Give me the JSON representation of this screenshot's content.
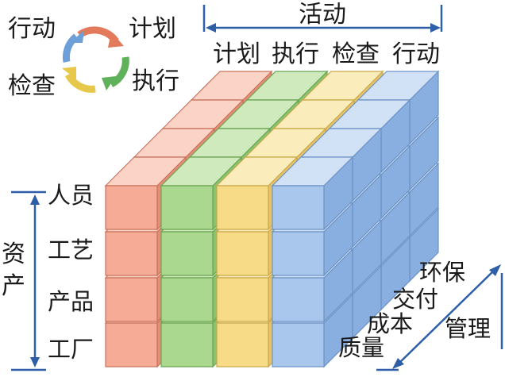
{
  "cycle": {
    "labels": {
      "plan": "计划",
      "do": "执行",
      "check": "检查",
      "act": "行动"
    },
    "arrow_colors": [
      "#e47a5c",
      "#5fb15a",
      "#e8c84a",
      "#6d9fd8"
    ]
  },
  "activities": {
    "title": "活动",
    "items": [
      "计划",
      "执行",
      "检查",
      "行动"
    ]
  },
  "assets": {
    "title": "资产",
    "items": [
      "人员",
      "工艺",
      "产品",
      "工厂"
    ]
  },
  "management": {
    "title": "管理",
    "items": [
      "质量",
      "成本",
      "交付",
      "环保"
    ]
  },
  "colors": {
    "bracket_blue": "#2f5ea8",
    "plan_red": "#f3a792",
    "do_green": "#a9d890",
    "check_yellow": "#f7dc8a",
    "act_blue": "#a8c6ec"
  }
}
